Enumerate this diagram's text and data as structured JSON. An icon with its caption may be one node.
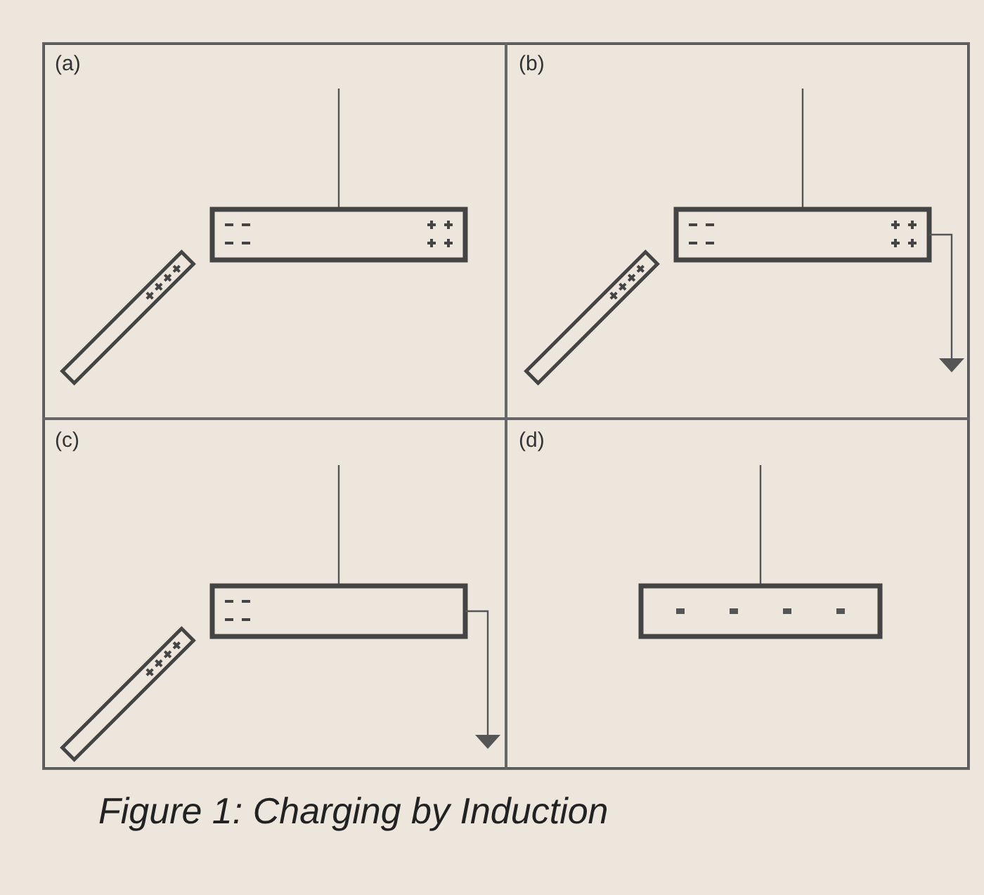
{
  "diagram": {
    "caption": "Figure 1: Charging by Induction",
    "nodes": [
      {
        "text": [
          "(a)"
        ]
      },
      {
        "text": [
          "(b)"
        ]
      },
      {
        "text": [
          "(c)"
        ]
      },
      {
        "text": [
          "(d)"
        ]
      }
    ]
  }
}
